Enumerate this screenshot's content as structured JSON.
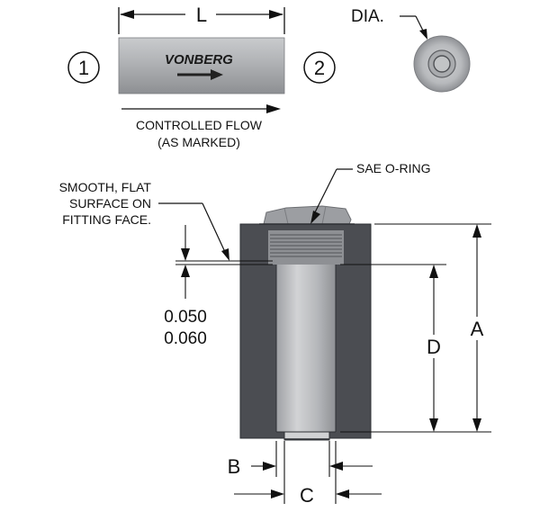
{
  "top_view": {
    "length_label": "L",
    "port_1": "1",
    "port_2": "2",
    "brand": "VONBERG",
    "flow_line_1": "CONTROLLED FLOW",
    "flow_line_2": "(AS MARKED)"
  },
  "end_view": {
    "dia_label": "DIA."
  },
  "section_view": {
    "callout_lines": [
      "SMOOTH, FLAT",
      "SURFACE ON",
      "FITTING FACE."
    ],
    "oring_label": "SAE O-RING",
    "tolerance_top": "0.050",
    "tolerance_bottom": "0.060",
    "dim_a": "A",
    "dim_b": "B",
    "dim_c": "C",
    "dim_d": "D"
  },
  "colors": {
    "body_dark": "#4b4d52",
    "body_edge": "#2e3034",
    "bore_light": "#b8babd",
    "cartridge_grey": "#a3a5a8",
    "line": "#111111"
  }
}
